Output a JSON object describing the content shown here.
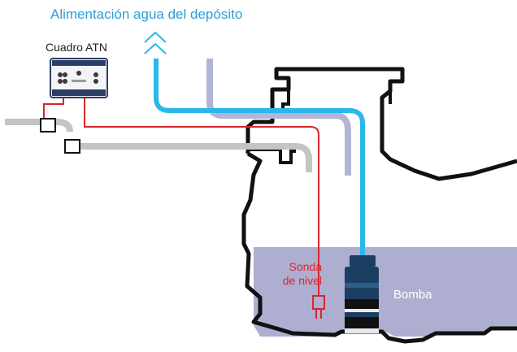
{
  "title": "Alimentación agua del depósito",
  "control_box": {
    "label": "Cuadro ATN"
  },
  "sensor": {
    "label_line1": "Sonda",
    "label_line2": "de nivel"
  },
  "pump": {
    "label": "Bomba"
  },
  "colors": {
    "water_pipe": "#2bb7ea",
    "title_text": "#2a9fd8",
    "sensor_wire": "#d8262f",
    "water": "#aeaed0",
    "pipe_lavender": "#b4b4d6",
    "pipe_grey": "#c4c4c4",
    "tank_outline": "#111111",
    "pump_body": "#1c3e63"
  },
  "icons": {
    "flow_direction": "double-chevron-up-icon"
  }
}
